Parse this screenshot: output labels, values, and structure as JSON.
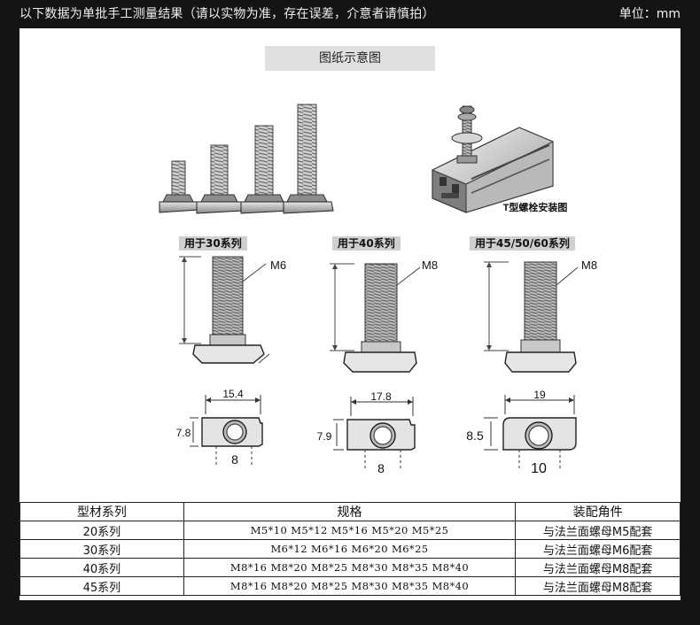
{
  "header": {
    "note": "以下数据为单批手工测量结果（请以实物为准，存在误差，介意者请慎拍）",
    "unit": "单位：mm"
  },
  "drawing": {
    "banner": "图纸示意图",
    "install_caption": "T型螺栓安装图",
    "series": [
      {
        "tag": "用于30系列",
        "thread": "M6",
        "width": "15.4",
        "height": "7.8",
        "slot": "8"
      },
      {
        "tag": "用于40系列",
        "thread": "M8",
        "width": "17.8",
        "height": "7.9",
        "slot": "8"
      },
      {
        "tag": "用于45/50/60系列",
        "thread": "M8",
        "width": "19",
        "height": "8.5",
        "slot": "10"
      }
    ]
  },
  "table": {
    "headers": [
      "型材系列",
      "规格",
      "装配角件"
    ],
    "rows": [
      [
        "20系列",
        "M5*10 M5*12 M5*16 M5*20 M5*25",
        "与法兰面螺母M5配套"
      ],
      [
        "30系列",
        "M6*12 M6*16 M6*20 M6*25",
        "与法兰面螺母M6配套"
      ],
      [
        "40系列",
        "M8*16 M8*20 M8*25 M8*30 M8*35 M8*40",
        "与法兰面螺母M8配套"
      ],
      [
        "45系列",
        "M8*16 M8*20 M8*25 M8*30 M8*35 M8*40",
        "与法兰面螺母M8配套"
      ]
    ]
  }
}
